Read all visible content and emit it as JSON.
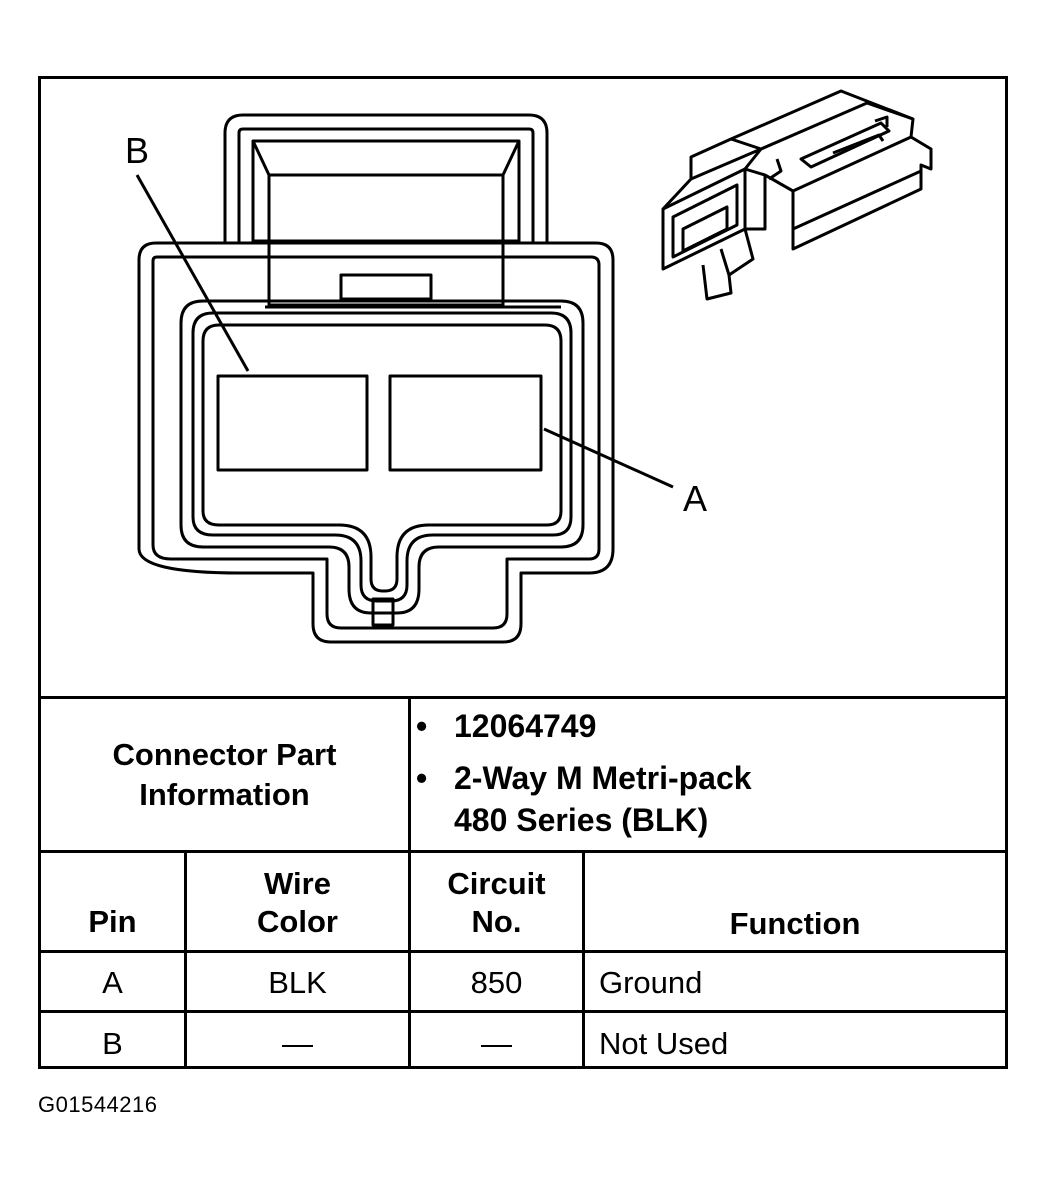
{
  "diagram": {
    "label_b": "B",
    "label_a": "A"
  },
  "connector_info": {
    "label": "Connector Part Information",
    "label_line1": "Connector Part",
    "label_line2": "Information",
    "bullet_symbol": "•",
    "part_number": "12064749",
    "type_line1": "2-Way M Metri-pack",
    "type_line2": "480 Series (BLK)"
  },
  "table": {
    "headers": {
      "pin": "Pin",
      "wire_color_line1": "Wire",
      "wire_color_line2": "Color",
      "circuit_line1": "Circuit",
      "circuit_line2": "No.",
      "function": "Function"
    },
    "rows": [
      {
        "pin": "A",
        "wire_color": "BLK",
        "circuit": "850",
        "function": "Ground"
      },
      {
        "pin": "B",
        "wire_color": "—",
        "circuit": "—",
        "function": "Not Used"
      }
    ]
  },
  "figure_id": "G01544216"
}
